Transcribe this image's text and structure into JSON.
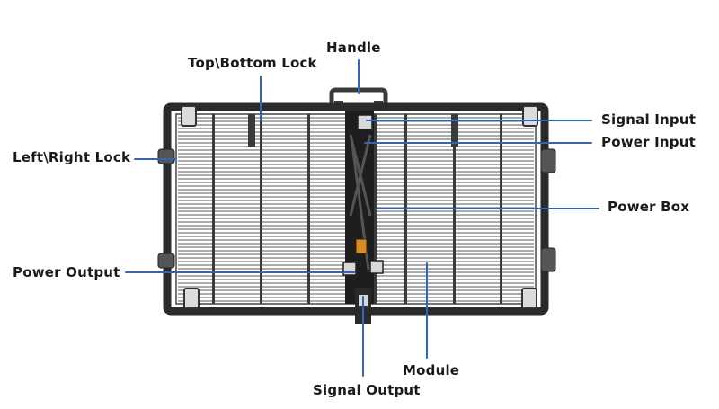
{
  "labels": {
    "handle": "Handle",
    "top_bottom_lock": "Top\\Bottom Lock",
    "signal_input": "Signal Input",
    "power_input": "Power Input",
    "left_right_lock": "Left\\Right Lock",
    "power_box": "Power Box",
    "power_output": "Power Output",
    "module": "Module",
    "signal_output": "Signal Output"
  },
  "colors": {
    "leader_line": "#2f63c4",
    "frame": "#2b2b2b",
    "louver": "#c9c9c9",
    "text": "#1a1a1a"
  }
}
